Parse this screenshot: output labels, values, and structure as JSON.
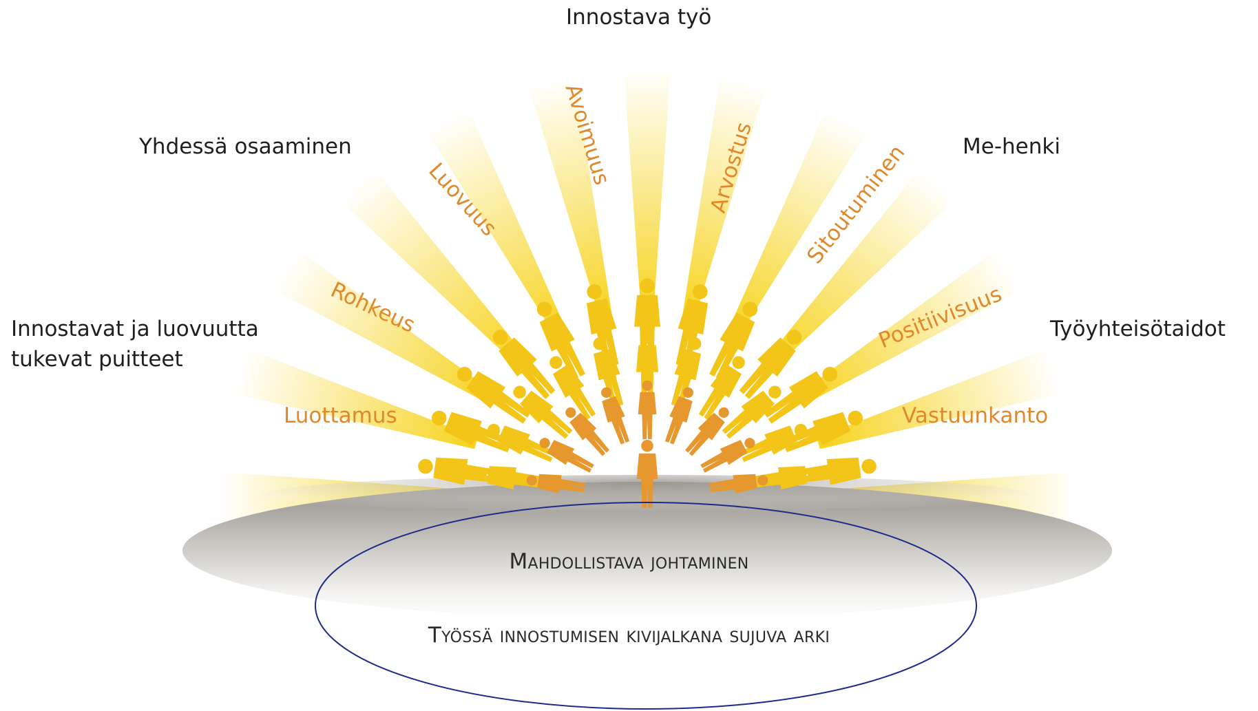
{
  "outer_labels": {
    "top": "Innostava työ",
    "upper_left": "Yhdessä osaaminen",
    "upper_right": "Me-henki",
    "left_line1": "Innostavat ja luovuutta",
    "left_line2": "tukevat puitteet",
    "right": "Työyhteisötaidot"
  },
  "ray_labels": {
    "luottamus": "Luottamus",
    "rohkeus": "Rohkeus",
    "luovuus": "Luovuus",
    "avoimuus": "Avoimuus",
    "arvostus": "Arvostus",
    "sitoutuminen": "Sitoutuminen",
    "positiivisuus": "Positiivisuus",
    "vastuunkanto": "Vastuunkanto"
  },
  "base": {
    "line1": "Mahdollistava johtaminen",
    "line2": "Työssä innostumisen kivijalkana sujuva arki"
  },
  "colors": {
    "ray_yellow": "#f6d31c",
    "figure_yellow": "#f2c518",
    "figure_orange": "#e6972e",
    "orange_text": "#e0892c",
    "ellipse_stroke": "#1c2b8a",
    "ground_gray": "#a9a6a1"
  }
}
